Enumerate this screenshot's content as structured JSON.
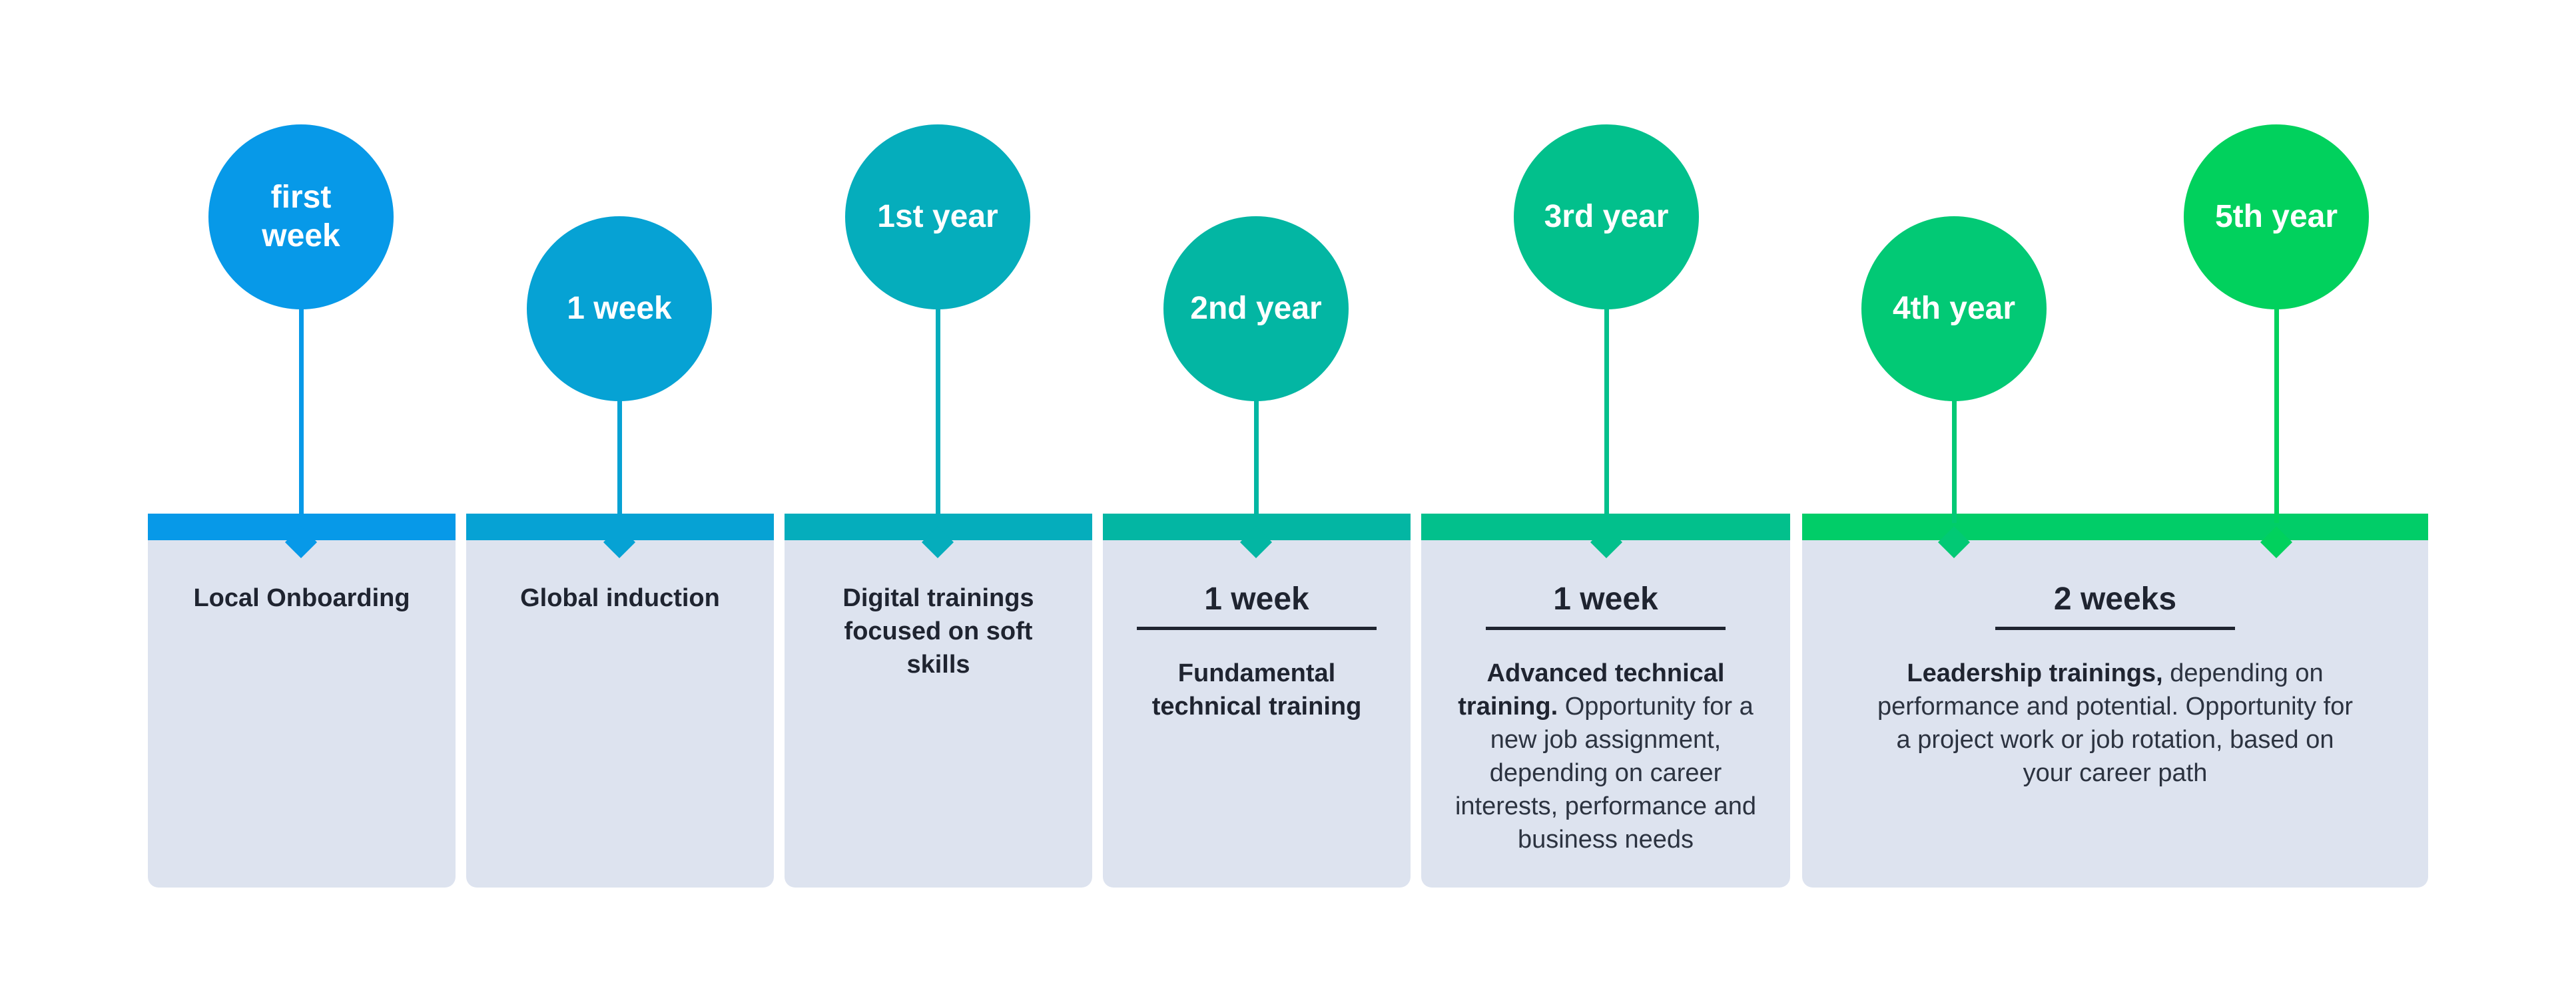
{
  "milestones": [
    {
      "label": "first week",
      "color": "#0799e8"
    },
    {
      "label": "1 week",
      "color": "#06a2d4"
    },
    {
      "label": "1st year",
      "color": "#05adbc"
    },
    {
      "label": "2nd year",
      "color": "#03b6a3"
    },
    {
      "label": "3rd year",
      "color": "#02c08c"
    },
    {
      "label": "4th year",
      "color": "#02c975"
    },
    {
      "label": "5th year",
      "color": "#01d15d"
    }
  ],
  "cards": [
    {
      "duration": "",
      "title": "Local Onboarding",
      "text": "",
      "color": "#0799e8"
    },
    {
      "duration": "",
      "title": "Global induction",
      "text": "",
      "color": "#06a2d4"
    },
    {
      "duration": "",
      "title": "Digital trainings focused on soft skills",
      "text": "",
      "color": "#05adbc"
    },
    {
      "duration": "1 week",
      "title": "Fundamental technical training",
      "text": "",
      "color": "#03b6a3"
    },
    {
      "duration": "1 week",
      "title": "Advanced technical training.",
      "text": "Opportunity for a new job assignment, depending on career interests, performance and business needs",
      "color": "#02c08c"
    },
    {
      "duration": "2 weeks",
      "title": "Leadership trainings,",
      "text": "depending on performance and potential. Opportunity for a project work or job rotation, based on your career path",
      "color": "#01cd68"
    }
  ]
}
